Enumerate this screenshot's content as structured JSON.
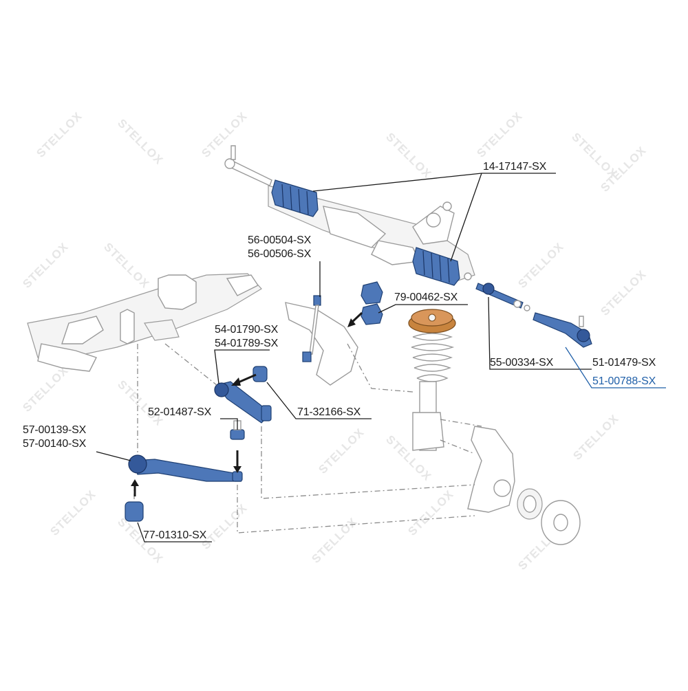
{
  "watermark": {
    "text": "STELLOX"
  },
  "parts": [
    {
      "id": "p1",
      "number": "14-17147-SX"
    },
    {
      "id": "p2",
      "number": "56-00504-SX"
    },
    {
      "id": "p3",
      "number": "56-00506-SX"
    },
    {
      "id": "p4",
      "number": "79-00462-SX"
    },
    {
      "id": "p5",
      "number": "54-01790-SX"
    },
    {
      "id": "p6",
      "number": "54-01789-SX"
    },
    {
      "id": "p7",
      "number": "55-00334-SX"
    },
    {
      "id": "p8",
      "number": "51-01479-SX"
    },
    {
      "id": "p9",
      "number": "51-00788-SX",
      "highlighted": true
    },
    {
      "id": "p10",
      "number": "52-01487-SX"
    },
    {
      "id": "p11",
      "number": "71-32166-SX"
    },
    {
      "id": "p12",
      "number": "57-00139-SX"
    },
    {
      "id": "p13",
      "number": "57-00140-SX"
    },
    {
      "id": "p14",
      "number": "77-01310-SX"
    }
  ],
  "colors": {
    "part_highlight": "#4d77b8",
    "label_highlight": "#1f5fa8",
    "spring_seat": "#c8843e"
  }
}
